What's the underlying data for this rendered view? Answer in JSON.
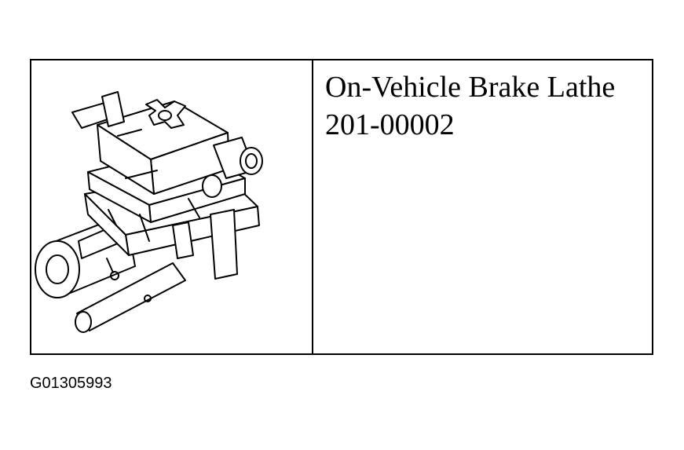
{
  "figure": {
    "title_line1": "On-Vehicle Brake Lathe",
    "title_line2": "201-00002",
    "figure_id": "G01305993"
  }
}
